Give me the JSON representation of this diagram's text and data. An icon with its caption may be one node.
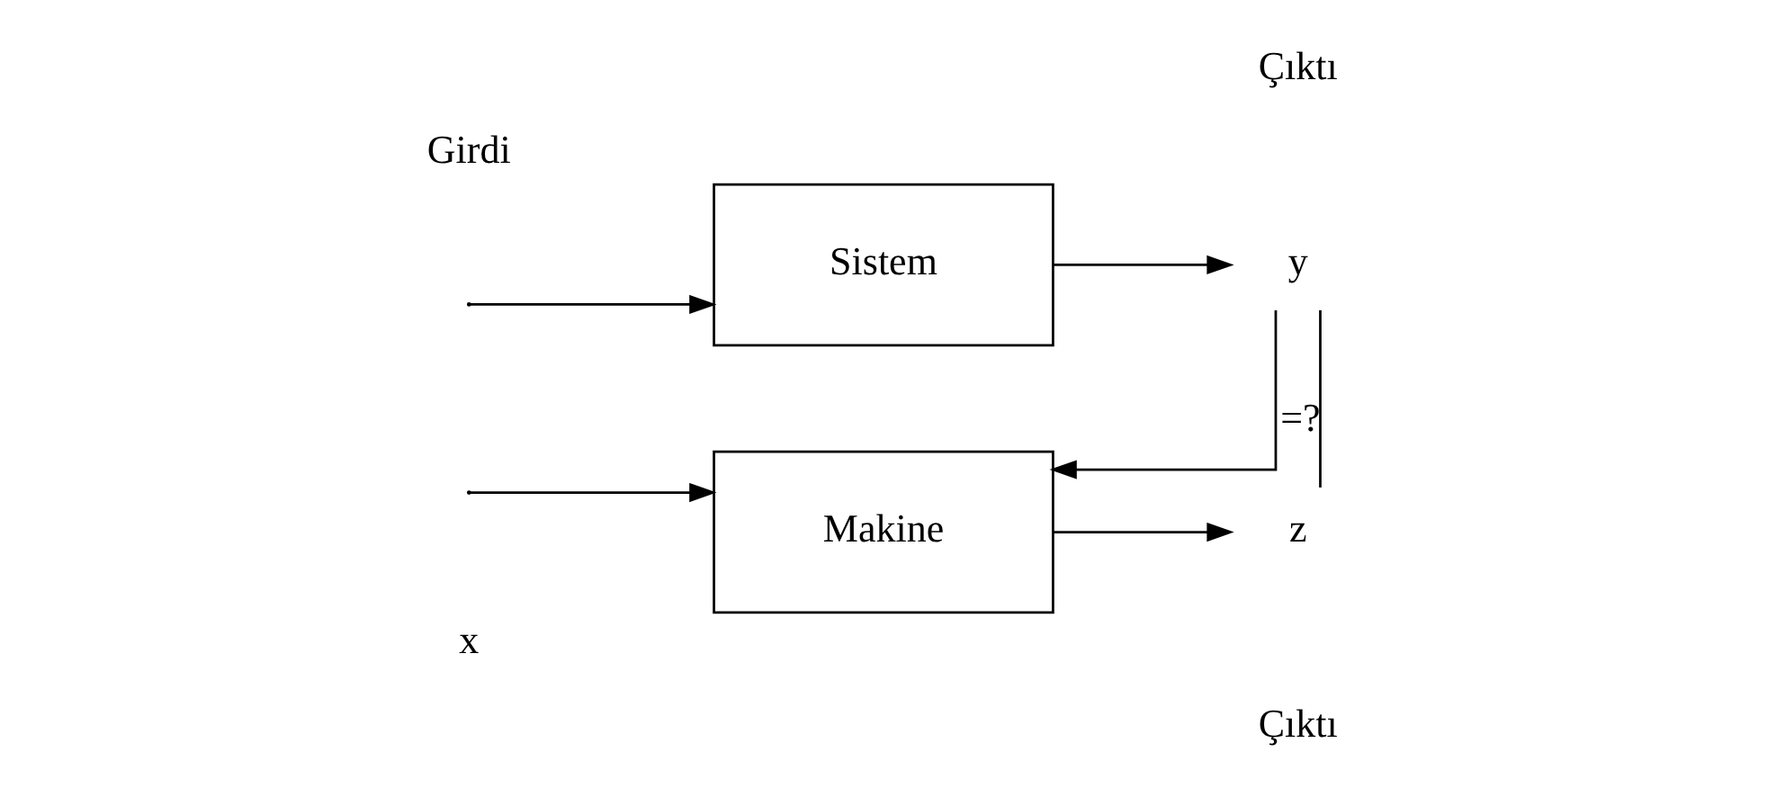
{
  "diagram": {
    "nodes": [
      {
        "text": [
          "Sistem"
        ]
      },
      {
        "text": [
          "Makine"
        ]
      },
      {
        "text": [
          "y"
        ]
      },
      {
        "text": [
          "z"
        ]
      }
    ],
    "edges": [
      {
        "from": null,
        "to": 0,
        "arrow": "to"
      },
      {
        "from": null,
        "to": 1,
        "arrow": "to"
      },
      {
        "from": 0,
        "to": 2,
        "arrow": "to"
      },
      {
        "from": 1,
        "to": 3,
        "arrow": "to"
      },
      {
        "from": 2,
        "to": 1,
        "arrow": "to"
      },
      {
        "from": 2,
        "to": 3,
        "arrow": "none",
        "label": "=?"
      }
    ],
    "labels": [
      "Çıktı",
      "Girdi",
      "x",
      "Çıktı"
    ]
  }
}
